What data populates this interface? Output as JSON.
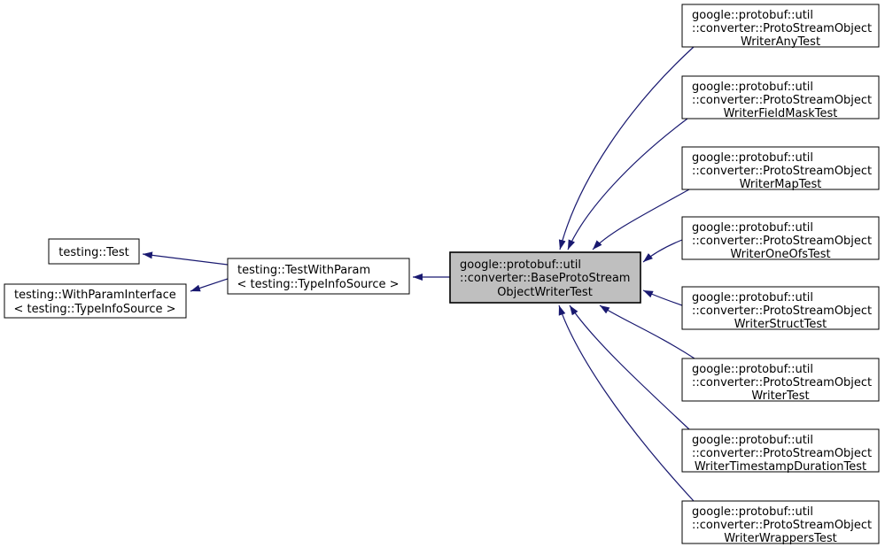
{
  "diagram": {
    "type": "class-inheritance-graph",
    "colors": {
      "background": "#ffffff",
      "node_fill": "#ffffff",
      "node_border": "#000000",
      "highlight_fill": "#bfbfbf",
      "arrow": "#191970",
      "text": "#000000"
    },
    "nodes": {
      "test": {
        "lines": [
          "testing::Test"
        ]
      },
      "with_param_interface": {
        "lines": [
          "testing::WithParamInterface",
          "< testing::TypeInfoSource >"
        ]
      },
      "test_with_param": {
        "lines": [
          "testing::TestWithParam",
          "< testing::TypeInfoSource >"
        ]
      },
      "base": {
        "lines": [
          "google::protobuf::util",
          "::converter::BaseProtoStream",
          "ObjectWriterTest"
        ],
        "highlighted": "true"
      },
      "any": {
        "lines": [
          "google::protobuf::util",
          "::converter::ProtoStreamObject",
          "WriterAnyTest"
        ]
      },
      "field_mask": {
        "lines": [
          "google::protobuf::util",
          "::converter::ProtoStreamObject",
          "WriterFieldMaskTest"
        ]
      },
      "map": {
        "lines": [
          "google::protobuf::util",
          "::converter::ProtoStreamObject",
          "WriterMapTest"
        ]
      },
      "one_ofs": {
        "lines": [
          "google::protobuf::util",
          "::converter::ProtoStreamObject",
          "WriterOneOfsTest"
        ]
      },
      "struct": {
        "lines": [
          "google::protobuf::util",
          "::converter::ProtoStreamObject",
          "WriterStructTest"
        ]
      },
      "writer": {
        "lines": [
          "google::protobuf::util",
          "::converter::ProtoStreamObject",
          "WriterTest"
        ]
      },
      "timestamp_duration": {
        "lines": [
          "google::protobuf::util",
          "::converter::ProtoStreamObject",
          "WriterTimestampDurationTest"
        ]
      },
      "wrappers": {
        "lines": [
          "google::protobuf::util",
          "::converter::ProtoStreamObject",
          "WriterWrappersTest"
        ]
      }
    }
  }
}
